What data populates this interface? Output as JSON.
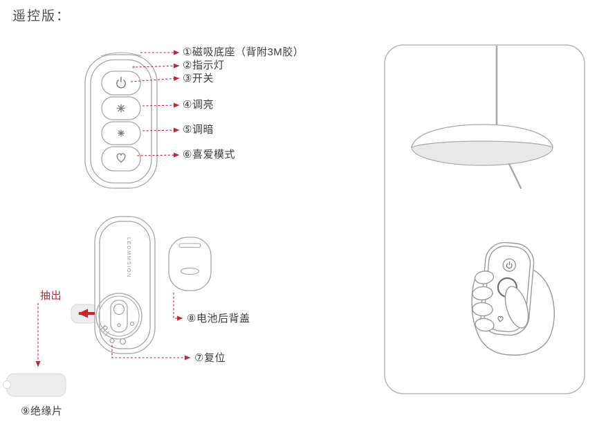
{
  "page": {
    "title": "遥控版："
  },
  "colors": {
    "accent_red": "#c8242f",
    "line_gray": "#a5a5a5",
    "text_dark": "#3d3d3d",
    "fill_light": "#ececec"
  },
  "remote_front": {
    "callouts": [
      {
        "id": "magnetic-base",
        "label": "①磁吸底座（背附3M胶）"
      },
      {
        "id": "indicator-light",
        "label": "②指示灯"
      },
      {
        "id": "switch",
        "label": "③开关"
      },
      {
        "id": "brighten",
        "label": "④调亮"
      },
      {
        "id": "dim",
        "label": "⑤调暗"
      },
      {
        "id": "favorite-mode",
        "label": "⑥喜爱模式"
      }
    ],
    "icons": {
      "switch": "power-icon",
      "brighten": "asterisk-icon",
      "dim": "asterisk-icon",
      "favorite": "heart-icon"
    }
  },
  "remote_back": {
    "brand_text": "LEDMMSION",
    "pull_out_label": "抽出",
    "callouts": [
      {
        "id": "battery-cover",
        "label": "⑧电池后背盖"
      },
      {
        "id": "reset",
        "label": "⑦复位"
      },
      {
        "id": "insulation-sheet",
        "label": "⑨绝缘片"
      }
    ]
  }
}
